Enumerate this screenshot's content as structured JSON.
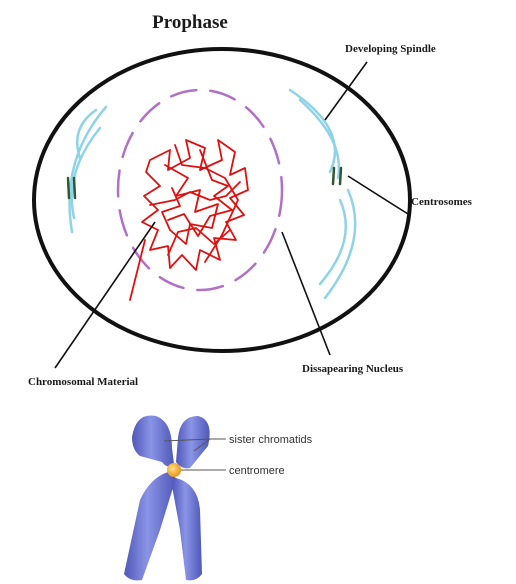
{
  "prophase": {
    "title": "Prophase",
    "labels": {
      "developing_spindle": "Developing Spindle",
      "centrosomes": "Centrosomes",
      "chromosomal_material": "Chromosomal Material",
      "disappearing_nucleus": "Dissapearing Nucleus"
    }
  },
  "chromosome": {
    "labels": {
      "sister_chromatids": "sister chromatids",
      "centromere": "centromere"
    }
  },
  "colors": {
    "cell_outline": "#111111",
    "spindle": "#8fd3e8",
    "nucleus_dash": "#b070c8",
    "chromatin": "#e01010",
    "centrosome": "#2f5a2f",
    "chromatid": "#6a74d0",
    "centromere": "#f4b030"
  }
}
